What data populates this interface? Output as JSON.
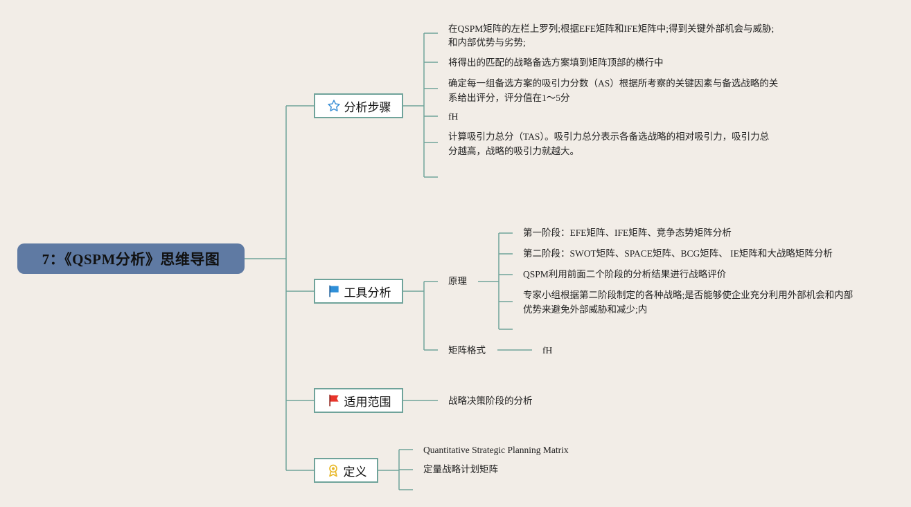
{
  "root": {
    "title": "7：《QSPM分析》思维导图"
  },
  "branches": {
    "steps": {
      "label": "分析步骤",
      "icon": "star-icon",
      "items": [
        "在QSPM矩阵的左栏上罗列;根据EFE矩阵和IFE矩阵中;得到关键外部机会与威胁;",
        "和内部优势与劣势;",
        "将得出的匹配的战略备选方案填到矩阵顶部的横行中",
        "确定每一组备选方案的吸引力分数（AS）根据所考察的关键因素与备选战略的关",
        "系给出评分，评分值在1～5分",
        "fH",
        "计算吸引力总分（TAS）。吸引力总分表示各备选战略的相对吸引力，吸引力总",
        "分越高，战略的吸引力就越大。"
      ]
    },
    "tools": {
      "label": "工具分析",
      "icon": "blue-flag-icon",
      "principle": {
        "label": "原理",
        "items": [
          "第一阶段：EFE矩阵、IFE矩阵、竞争态势矩阵分析",
          "第二阶段：SWOT矩阵、SPACE矩阵、BCG矩阵、 IE矩阵和大战略矩阵分析",
          "QSPM利用前面二个阶段的分析结果进行战略评价",
          "专家小组根据第二阶段制定的各种战略;是否能够使企业充分利用外部机会和内部",
          "优势来避免外部威胁和减少;内"
        ]
      },
      "matrix": {
        "label": "矩阵格式",
        "value": "fH"
      }
    },
    "scope": {
      "label": "适用范围",
      "icon": "red-flag-icon",
      "items": [
        "战略决策阶段的分析"
      ]
    },
    "definition": {
      "label": "定义",
      "icon": "award-icon",
      "items": [
        "Quantitative Strategic Planning Matrix",
        "定量战略计划矩阵"
      ]
    }
  },
  "colors": {
    "background": "#f2ede7",
    "root_fill": "#5f7aa3",
    "line": "#6fa39a",
    "star": "#3a8fd6",
    "blue_flag": "#2f8fd8",
    "red_flag": "#e8352b",
    "award": "#e8b82a"
  }
}
